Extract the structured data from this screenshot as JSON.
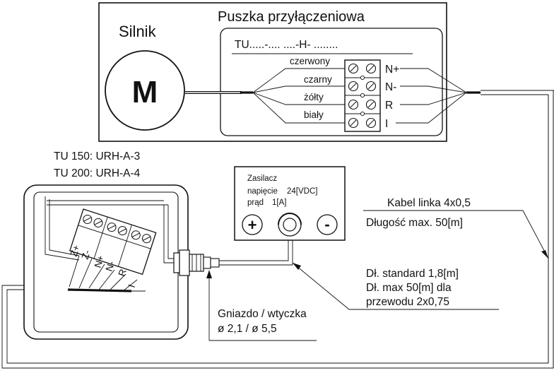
{
  "motor": {
    "title": "Silnik",
    "symbol": "M"
  },
  "junction_box": {
    "title": "Puszka przyłączeniowa",
    "type_code": "TU.....-.... ....-H- ........",
    "wire_colors": [
      "czerwony",
      "czarny",
      "żółty",
      "biały"
    ],
    "terminals": [
      "N+",
      "N-",
      "R",
      "I"
    ]
  },
  "controller": {
    "models": [
      "TU 150: URH-A-3",
      "TU 200: URH-A-4"
    ],
    "terminals": [
      "Z+",
      "Z-",
      "N+",
      "N-",
      "R",
      "I"
    ]
  },
  "power_supply": {
    "title": "Zasilacz",
    "voltage_label": "napięcie",
    "voltage_value": "24[VDC]",
    "current_label": "prąd",
    "current_value": "1[A]",
    "plus_symbol": "+",
    "minus_symbol": "-"
  },
  "cable": {
    "type": "Kabel linka 4x0,5",
    "max_length": "Długość max. 50[m]"
  },
  "supply_lead": {
    "lines": [
      "Dł. standard 1,8[m]",
      "Dł. max 50[m] dla",
      "przewodu 2x0,75"
    ]
  },
  "socket": {
    "label": "Gniazdo / wtyczka",
    "dimensions": "ø 2,1 / ø 5,5"
  }
}
